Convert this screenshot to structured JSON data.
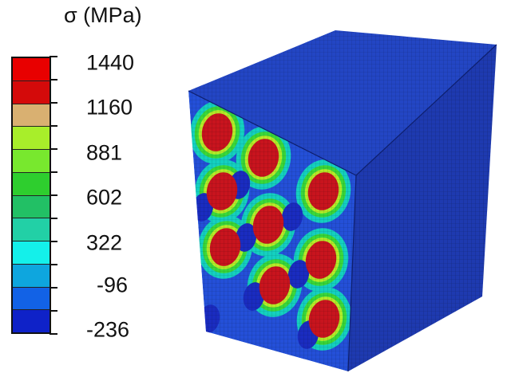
{
  "legend": {
    "title": "σ (MPa)",
    "labels": [
      "1440",
      "1160",
      "881",
      "602",
      "322",
      "-96",
      "-236"
    ],
    "band_colors": [
      "#e80000",
      "#d40a0a",
      "#d9b071",
      "#a8ee2a",
      "#78e82e",
      "#2ece2e",
      "#22c065",
      "#22d0a6",
      "#14f0ea",
      "#0ea6de",
      "#1262e6",
      "#0f22c8"
    ]
  },
  "colors": {
    "matrix_top": "#2346c4",
    "matrix_right": "#1e3ab0",
    "matrix_front": "#2450d8",
    "fiber_high": "#c8141e",
    "fiber_low": "#1a2cc0",
    "halo_outer": "#14d0c0",
    "halo_mid": "#3ad83a",
    "halo_inner": "#b4ec28"
  }
}
